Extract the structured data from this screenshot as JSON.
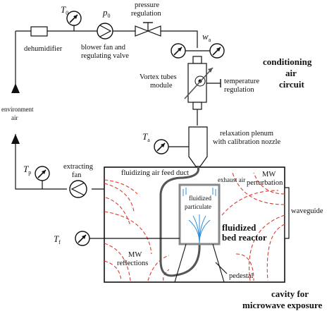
{
  "labels": {
    "dehumidifier": "dehumidifier",
    "blower_line1": "blower fan and",
    "blower_line2": "regulating valve",
    "pressure_line1": "pressure",
    "pressure_line2": "regulation",
    "environment_line1": "environment",
    "environment_line2": "air",
    "vortex_line1": "Vortex tubes",
    "vortex_line2": "module",
    "temp_line1": "temperature",
    "temp_line2": "regulation",
    "plenum_line1": "relaxation plenum",
    "plenum_line2": "with calibration nozzle",
    "extracting_line1": "extracting",
    "extracting_line2": "fan",
    "feed_duct": "fluidizing air feed duct",
    "exhaust": "exhaust air",
    "fluidized_part_line1": "fluidized",
    "fluidized_part_line2": "particulate",
    "mw_pert_line1": "MW",
    "mw_pert_line2": "perturbation",
    "waveguide": "waveguide",
    "bed_line1": "fluidized",
    "bed_line2": "bed reactor",
    "mw_refl_line1": "MW",
    "mw_refl_line2": "reflections",
    "pedestal": "pedestal"
  },
  "symbols": {
    "t0_main": "T",
    "t0_sub": "0",
    "p0_main": "p",
    "p0_sub": "0",
    "wa_main": "w",
    "wa_sub": "a",
    "ta_main": "T",
    "ta_sub": "a",
    "tp_main": "T",
    "tp_sub": "p",
    "tf_main": "T",
    "tf_sub": "f"
  },
  "titles": {
    "conditioning_line1": "conditioning",
    "conditioning_line2": "air",
    "conditioning_line3": "circuit",
    "cavity_line1": "cavity for",
    "cavity_line2": "microwave exposure"
  },
  "colors": {
    "line": "#111111",
    "mw_waves": "#e0392b",
    "fluid_blue": "#2f8fd8",
    "reactor_gray": "#888888"
  },
  "icons": [
    "gauge-icon",
    "pump-icon",
    "valve-icon",
    "fan-icon",
    "arrow-up-icon"
  ]
}
